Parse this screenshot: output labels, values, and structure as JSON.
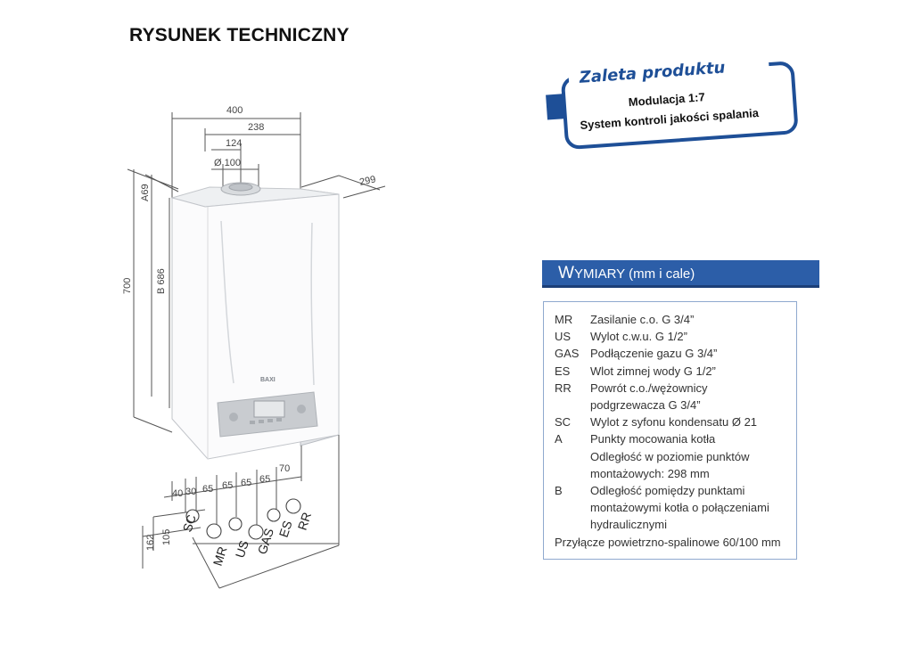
{
  "title": "RYSUNEK TECHNICZNY",
  "badge": {
    "title": "Zaleta produktu",
    "line1": "Modulacja 1:7",
    "line2": "System kontroli jakości spalania",
    "color": "#1e4f97"
  },
  "dimensions": {
    "width": "400",
    "inner_width": "238",
    "flue_offset": "124",
    "flue_diameter": "Ø 100",
    "depth": "299",
    "height": "700",
    "a_label": "A69",
    "b_label": "B 686",
    "bottom_spacing": [
      "40",
      "30",
      "65",
      "65",
      "65",
      "65",
      "70"
    ],
    "side_105": "105",
    "side_162": "162"
  },
  "connections": [
    "SC",
    "MR",
    "US",
    "GAS",
    "ES",
    "RR"
  ],
  "brand": "BAXI",
  "header": {
    "title_cap": "W",
    "title_rest": "YMIARY",
    "title_units": "(mm i cale)",
    "color": "#2c5ea8"
  },
  "legend": [
    {
      "code": "MR",
      "lines": [
        "Zasilanie c.o. G 3/4”"
      ]
    },
    {
      "code": "US",
      "lines": [
        "Wylot c.w.u. G 1/2”"
      ]
    },
    {
      "code": "GAS",
      "lines": [
        "Podłączenie gazu G 3/4”"
      ]
    },
    {
      "code": "ES",
      "lines": [
        "Wlot zimnej wody G 1/2”"
      ]
    },
    {
      "code": "RR",
      "lines": [
        "Powrót c.o./wężownicy",
        "podgrzewacza G 3/4”"
      ]
    },
    {
      "code": "SC",
      "lines": [
        "Wylot z syfonu kondensatu Ø 21"
      ]
    },
    {
      "code": "A",
      "lines": [
        "Punkty mocowania kotła",
        "Odległość w poziomie punktów",
        "montażowych: 298 mm"
      ]
    },
    {
      "code": "B",
      "lines": [
        "Odległość pomiędzy punktami",
        "montażowymi kotła o połączeniami",
        "hydraulicznymi"
      ]
    }
  ],
  "legend_footer": "Przyłącze powietrzno-spalinowe 60/100 mm"
}
